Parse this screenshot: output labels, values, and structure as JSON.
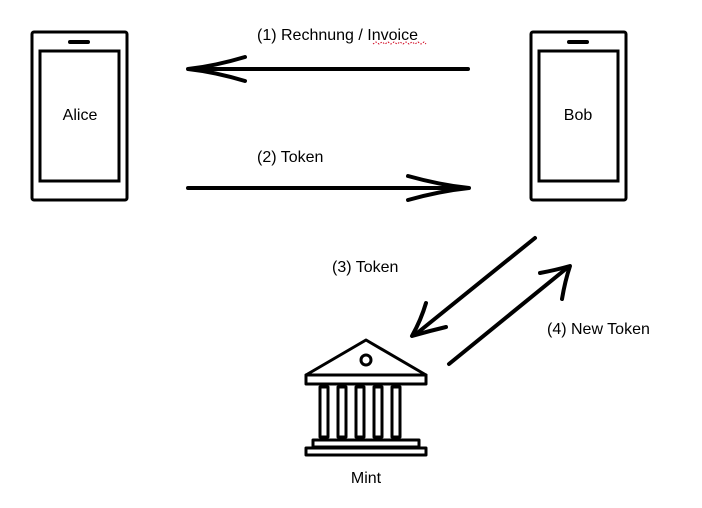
{
  "participants": {
    "alice": "Alice",
    "bob": "Bob",
    "mint": "Mint"
  },
  "steps": [
    {
      "label_prefix": "(1) Rechnung / ",
      "label_flagged": "Invoice"
    },
    {
      "label": "(2) Token"
    },
    {
      "label": "(3) Token"
    },
    {
      "label": "(4) New Token"
    }
  ],
  "colors": {
    "stroke": "#000000",
    "spellcheck_underline": "#d0021b"
  },
  "icons": {
    "alice_device": "smartphone-icon",
    "bob_device": "smartphone-icon",
    "mint_building": "bank-building-icon"
  }
}
